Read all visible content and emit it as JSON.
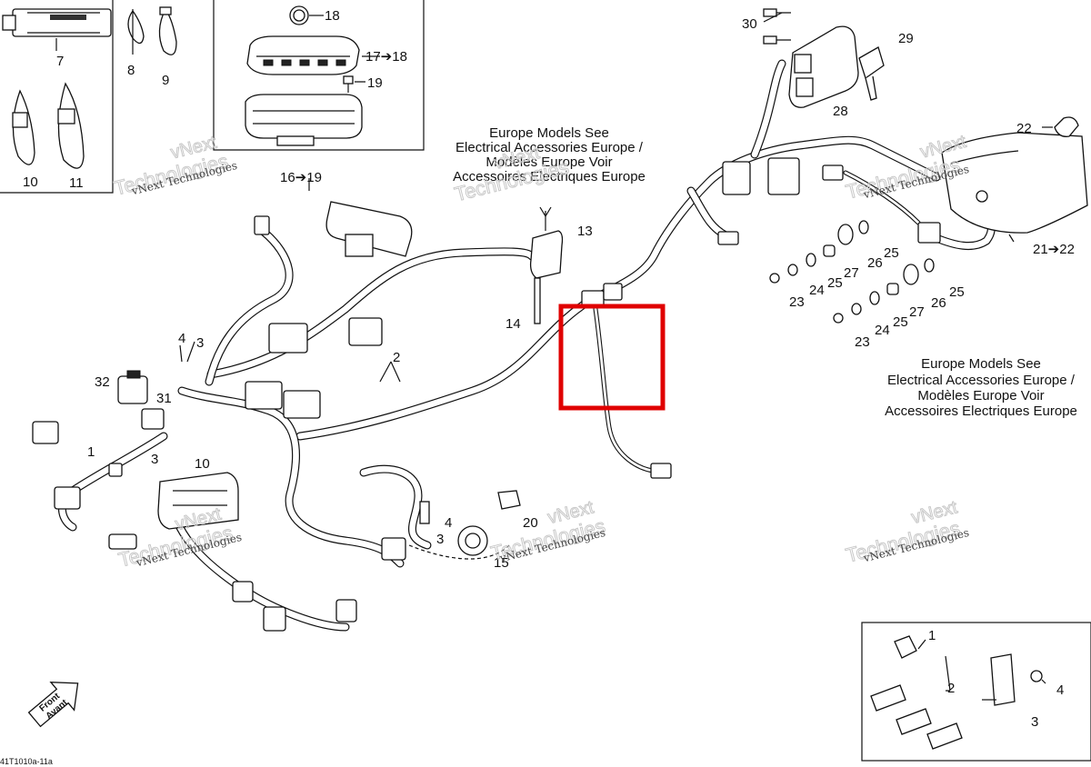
{
  "diagram_id": "41T1010a-11a",
  "highlight_color": "#e00000",
  "watermark_texts": [
    "vNext",
    "Technologies",
    "vNext Technologies"
  ],
  "callouts": {
    "c1": "1",
    "c2": "2",
    "c3a": "3",
    "c3b": "3",
    "c3c": "3",
    "c4a": "4",
    "c4b": "4",
    "c7": "7",
    "c8": "8",
    "c9": "9",
    "c10a": "10",
    "c10b": "10",
    "c11": "11",
    "c13": "13",
    "c14": "14",
    "c15": "15",
    "c1619": "16➔19",
    "c1718": "17➔18",
    "c18": "18",
    "c19": "19",
    "c20": "20",
    "c2122": "21➔22",
    "c22": "22",
    "c23a": "23",
    "c23b": "23",
    "c24a": "24",
    "c24b": "24",
    "c25a": "25",
    "c25b": "25",
    "c25c": "25",
    "c25d": "25",
    "c26a": "26",
    "c26b": "26",
    "c27a": "27",
    "c27b": "27",
    "c28": "28",
    "c29": "29",
    "c30": "30",
    "c31": "31",
    "c32": "32",
    "inset1": "1",
    "inset2": "2",
    "inset3": "3",
    "inset4": "4"
  },
  "notes": {
    "upper": [
      "Europe Models See",
      "Electrical Accessories Europe /",
      "Modèles Europe Voir",
      "Accessoires Electriques Europe"
    ],
    "right": [
      "Europe Models See",
      "Electrical Accessories Europe /",
      "Modèles Europe Voir",
      "Accessoires Electriques Europe"
    ]
  },
  "front_arrow": {
    "line1": "Front",
    "line2": "Avant"
  }
}
